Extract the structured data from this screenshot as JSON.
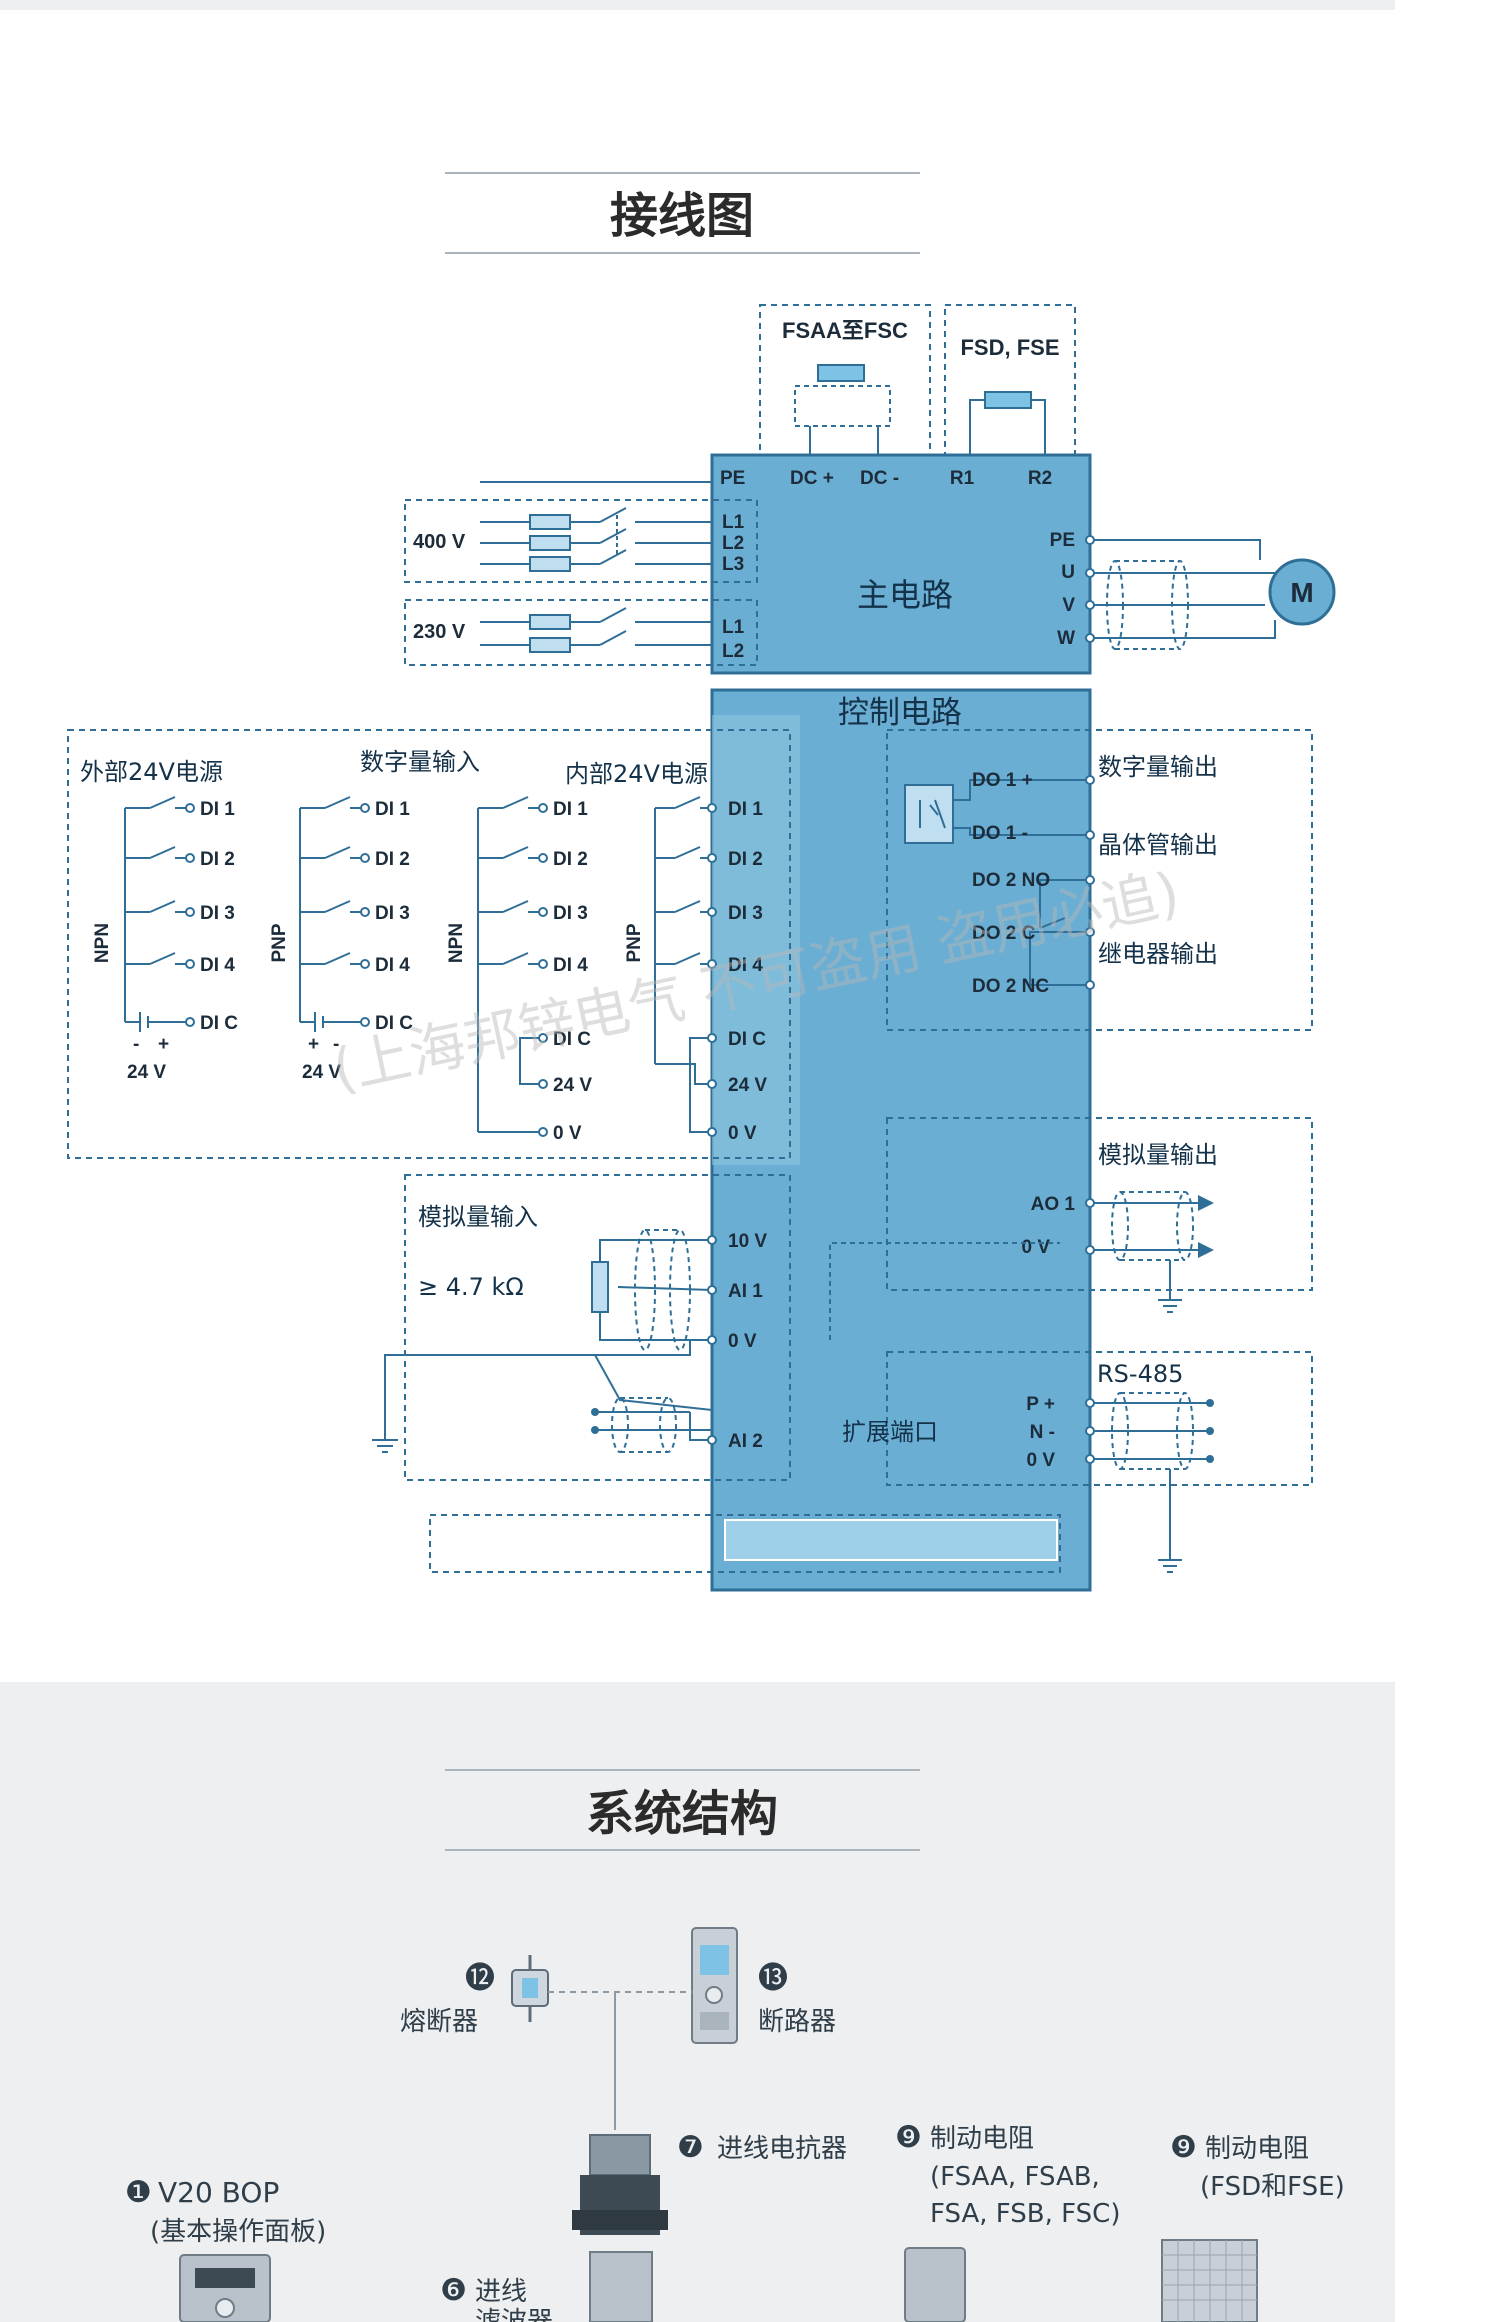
{
  "sections": {
    "wiring_title": "接线图",
    "system_title": "系统结构"
  },
  "main_circuit": {
    "label": "主电路",
    "fsaa_box": "FSAA至FSC",
    "fsd_box": "FSD, FSE",
    "pe": "PE",
    "dcp": "DC +",
    "dcm": "DC -",
    "r1": "R1",
    "r2": "R2",
    "l1": "L1",
    "l2": "L2",
    "l3": "L3",
    "l1b": "L1",
    "l2b": "L2",
    "v400": "400 V",
    "v230": "230 V",
    "out_pe": "PE",
    "u": "U",
    "v": "V",
    "w": "W",
    "motor": "M"
  },
  "control_circuit": {
    "label": "控制电路",
    "ext_24v": "外部24V电源",
    "digital_input": "数字量输入",
    "int_24v": "内部24V电源",
    "npn": "NPN",
    "pnp": "PNP",
    "di1": "DI 1",
    "di2": "DI 2",
    "di3": "DI 3",
    "di4": "DI 4",
    "dic": "DI C",
    "v24": "24 V",
    "v0": "0 V",
    "minus": "-",
    "plus": "+",
    "analog_input": "模拟量输入",
    "resistance": "≥ 4.7 kΩ",
    "v10": "10 V",
    "ai1": "AI 1",
    "ai2": "AI 2",
    "digital_output": "数字量输出",
    "transistor_output": "晶体管输出",
    "relay_output": "继电器输出",
    "do1p": "DO 1 +",
    "do1m": "DO 1 -",
    "do2no": "DO 2 NO",
    "do2c": "DO 2 C",
    "do2nc": "DO 2 NC",
    "analog_output": "模拟量输出",
    "ao1": "AO 1",
    "ao0v": "0 V",
    "rs485": "RS-485",
    "pplus": "P +",
    "nminus": "N -",
    "rs0v": "0 V",
    "expansion": "扩展端口"
  },
  "watermark": "(上海邦锌电气 不可盗用 盗用必追)",
  "system": {
    "fuse_num": "⓬",
    "fuse": "熔断器",
    "breaker_num": "⓭",
    "breaker": "断路器",
    "reactor_num": "❼",
    "reactor": "进线电抗器",
    "bop_num": "❶",
    "bop": "V20 BOP",
    "bop_sub": "(基本操作面板)",
    "brake1_num": "❾",
    "brake1": "制动电阻",
    "brake1_sub1": "(FSAA, FSAB,",
    "brake1_sub2": "FSA, FSB, FSC)",
    "brake2_num": "❾",
    "brake2": "制动电阻",
    "brake2_sub": "(FSD和FSE)",
    "filter_num": "❻",
    "filter": "进线",
    "filter2": "滤波器"
  },
  "colors": {
    "blue_panel": "#6aaed3",
    "blue_dark": "#2f6f97",
    "line": "#5c8fb1",
    "accent": "#7ec2e6"
  }
}
